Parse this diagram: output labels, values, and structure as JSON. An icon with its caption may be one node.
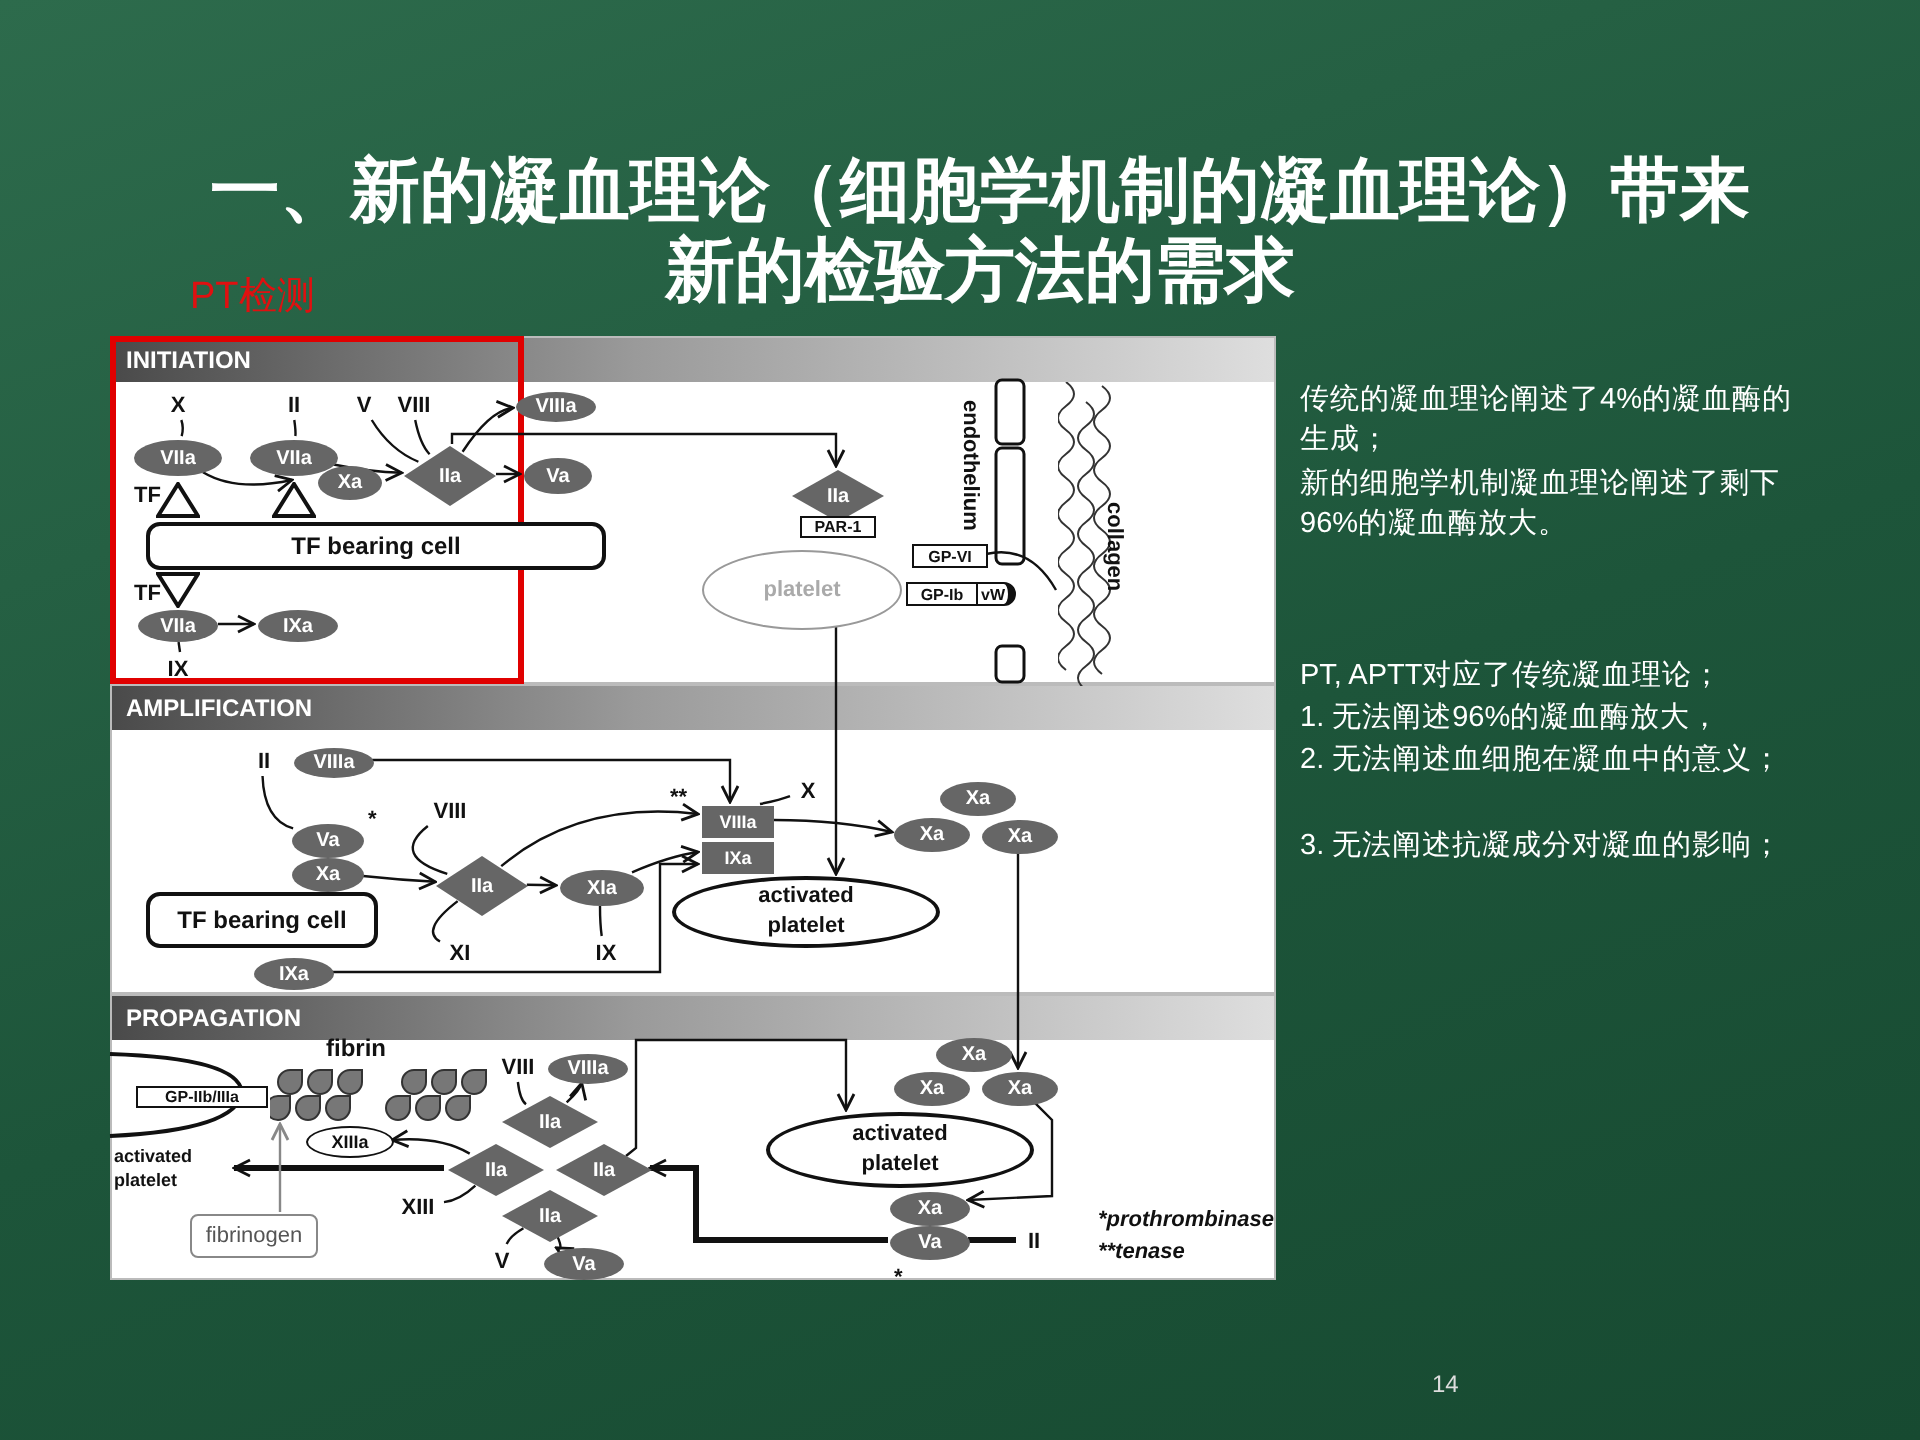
{
  "diagram": {
    "title": "一、新的凝血理论（细胞学机制的凝血理论）带来新的检验方法的需求",
    "nodes": [
      {
        "text": [
          "INITIATION"
        ]
      },
      {
        "text": [
          "X"
        ],
        "in": 0
      },
      {
        "text": [
          "II"
        ],
        "in": 0
      },
      {
        "text": [
          "V"
        ],
        "in": 0
      },
      {
        "text": [
          "VIII"
        ],
        "in": 0
      },
      {
        "text": [
          "VIIIa"
        ],
        "in": 0
      },
      {
        "text": [
          "VIIa"
        ],
        "in": 0
      },
      {
        "text": [
          "VIIa"
        ],
        "in": 0
      },
      {
        "text": [
          "Xa"
        ],
        "in": 0
      },
      {
        "text": [
          "IIa"
        ],
        "in": 0
      },
      {
        "text": [
          "Va"
        ],
        "in": 0
      },
      {
        "text": [],
        "shape": "triangle",
        "beside": [
          "TF"
        ],
        "in": 0
      },
      {
        "text": [],
        "shape": "triangle",
        "in": 0
      },
      {
        "text": [
          "TF bearing cell"
        ],
        "in": 0
      },
      {
        "text": [],
        "shape": "triangle",
        "beside": [
          "TF"
        ],
        "in": 0
      },
      {
        "text": [
          "VIIa"
        ],
        "in": 0
      },
      {
        "text": [
          "IXa"
        ],
        "in": 0
      },
      {
        "text": [
          "IX"
        ],
        "in": 0
      },
      {
        "text": [
          "IIa"
        ],
        "in": 0
      },
      {
        "text": [
          "PAR-1"
        ],
        "in": 0
      },
      {
        "text": [
          "platelet"
        ],
        "in": 0
      },
      {
        "text": [
          "GP-VI"
        ],
        "in": 0
      },
      {
        "text": [
          "GP-Ib"
        ],
        "in": 0
      },
      {
        "text": [
          "vW"
        ],
        "in": 0
      },
      {
        "text": [
          "endothelium"
        ],
        "in": 0
      },
      {
        "text": [
          "collagen"
        ],
        "in": 0
      },
      {
        "text": [
          "AMPLIFICATION"
        ]
      },
      {
        "text": [
          "II"
        ],
        "in": 26
      },
      {
        "text": [
          "VIIIa"
        ],
        "in": 26
      },
      {
        "text": [
          "Va"
        ],
        "beside": [
          "*"
        ],
        "in": 26
      },
      {
        "text": [
          "Xa"
        ],
        "in": 26
      },
      {
        "text": [
          "TF bearing cell"
        ],
        "in": 26
      },
      {
        "text": [
          "VIII"
        ],
        "in": 26
      },
      {
        "text": [
          "IIa"
        ],
        "in": 26
      },
      {
        "text": [
          "XIa"
        ],
        "in": 26
      },
      {
        "text": [
          "XI"
        ],
        "in": 26
      },
      {
        "text": [
          "IX"
        ],
        "in": 26
      },
      {
        "text": [
          "IXa"
        ],
        "in": 26
      },
      {
        "text": [
          "VIIIa"
        ],
        "beside": [
          "**"
        ],
        "in": 26
      },
      {
        "text": [
          "IXa"
        ],
        "in": 26
      },
      {
        "text": [
          "X"
        ],
        "in": 26
      },
      {
        "text": [
          "activated platelet"
        ],
        "in": 26
      },
      {
        "text": [
          "Xa"
        ],
        "in": 26
      },
      {
        "text": [
          "Xa"
        ],
        "in": 26
      },
      {
        "text": [
          "Xa"
        ],
        "in": 26
      },
      {
        "text": [
          "PROPAGATION"
        ]
      },
      {
        "text": [
          "activated platelet"
        ],
        "in": 45
      },
      {
        "text": [
          "GP-IIb/IIIa"
        ],
        "in": 45
      },
      {
        "text": [
          "fibrin"
        ],
        "in": 45
      },
      {
        "text": [
          "XIIIa"
        ],
        "in": 45
      },
      {
        "text": [
          "VIII"
        ],
        "in": 45
      },
      {
        "text": [
          "VIIIa"
        ],
        "in": 45
      },
      {
        "text": [
          "IIa"
        ],
        "in": 45
      },
      {
        "text": [
          "IIa"
        ],
        "in": 45
      },
      {
        "text": [
          "IIa"
        ],
        "in": 45
      },
      {
        "text": [
          "IIa"
        ],
        "in": 45
      },
      {
        "text": [
          "XIII"
        ],
        "in": 45
      },
      {
        "text": [
          "V"
        ],
        "in": 45
      },
      {
        "text": [
          "Va"
        ],
        "in": 45
      },
      {
        "text": [
          "fibrinogen"
        ],
        "in": 45
      },
      {
        "text": [
          "Xa"
        ],
        "in": 45
      },
      {
        "text": [
          "Xa"
        ],
        "in": 45
      },
      {
        "text": [
          "Xa"
        ],
        "in": 45
      },
      {
        "text": [
          "activated platelet"
        ],
        "in": 45
      },
      {
        "text": [
          "Xa"
        ],
        "in": 45
      },
      {
        "text": [
          "Va"
        ],
        "beside": [
          "*"
        ],
        "in": 45
      },
      {
        "text": [
          "II"
        ],
        "in": 45
      }
    ],
    "edges": [
      {
        "from": 1,
        "to": 6,
        "arrow": "none"
      },
      {
        "from": 2,
        "to": 7,
        "arrow": "none"
      },
      {
        "from": 6,
        "to": 12,
        "arrow": "to"
      },
      {
        "from": 7,
        "to": 9,
        "arrow": "to"
      },
      {
        "from": 3,
        "to": 9,
        "arrow": "none"
      },
      {
        "from": 4,
        "to": 9,
        "arrow": "none"
      },
      {
        "from": 9,
        "to": 5,
        "arrow": "to"
      },
      {
        "from": 9,
        "to": 10,
        "arrow": "to"
      },
      {
        "from": 9,
        "to": 18,
        "arrow": "to"
      },
      {
        "from": 15,
        "to": 16,
        "arrow": "to"
      },
      {
        "from": 17,
        "to": 15,
        "arrow": "none"
      },
      {
        "from": 20,
        "to": 41,
        "arrow": "to"
      },
      {
        "from": 21,
        "to": 25,
        "arrow": "none"
      },
      {
        "from": 27,
        "to": 29,
        "arrow": "none"
      },
      {
        "from": 30,
        "to": 33,
        "arrow": "to"
      },
      {
        "from": 32,
        "to": 33,
        "arrow": "none"
      },
      {
        "from": 33,
        "to": 38,
        "arrow": "to"
      },
      {
        "from": 33,
        "to": 34,
        "arrow": "to"
      },
      {
        "from": 35,
        "to": 33,
        "arrow": "none"
      },
      {
        "from": 34,
        "to": 39,
        "arrow": "to"
      },
      {
        "from": 36,
        "to": 34,
        "arrow": "none"
      },
      {
        "from": 28,
        "to": 38,
        "arrow": "to"
      },
      {
        "from": 37,
        "to": 39,
        "arrow": "to"
      },
      {
        "from": 40,
        "to": 38,
        "arrow": "none"
      },
      {
        "from": 38,
        "to": 43,
        "arrow": "to"
      },
      {
        "from": 44,
        "to": 62,
        "arrow": "to"
      },
      {
        "from": 50,
        "to": 52,
        "arrow": "none"
      },
      {
        "from": 52,
        "to": 51,
        "arrow": "to"
      },
      {
        "from": 53,
        "to": 49,
        "arrow": "to"
      },
      {
        "from": 56,
        "to": 53,
        "arrow": "none"
      },
      {
        "from": 53,
        "to": 46,
        "arrow": "to",
        "style": "thick"
      },
      {
        "from": 59,
        "to": 48,
        "arrow": "to",
        "color": "#888888"
      },
      {
        "from": 57,
        "to": 55,
        "arrow": "none"
      },
      {
        "from": 55,
        "to": 58,
        "arrow": "to"
      },
      {
        "from": 54,
        "to": 63,
        "arrow": "to"
      },
      {
        "from": 66,
        "to": 65,
        "arrow": "none",
        "style": "thick"
      },
      {
        "from": 65,
        "to": 54,
        "arrow": "to",
        "style": "thick"
      },
      {
        "from": 62,
        "to": 64,
        "arrow": "to"
      }
    ],
    "labels": [
      "PT检测",
      "传统的凝血理论阐述了4%的凝血酶的生成；",
      "新的细胞学机制凝血理论阐述了剩下96%的凝血酶放大。",
      "PT, APTT对应了传统凝血理论；",
      "1. 无法阐述96%的凝血酶放大，",
      "2. 无法阐述血细胞在凝血中的意义；",
      "3. 无法阐述抗凝成分对凝血的影响；",
      "*prothrombinase",
      "**tenase",
      "14"
    ]
  }
}
